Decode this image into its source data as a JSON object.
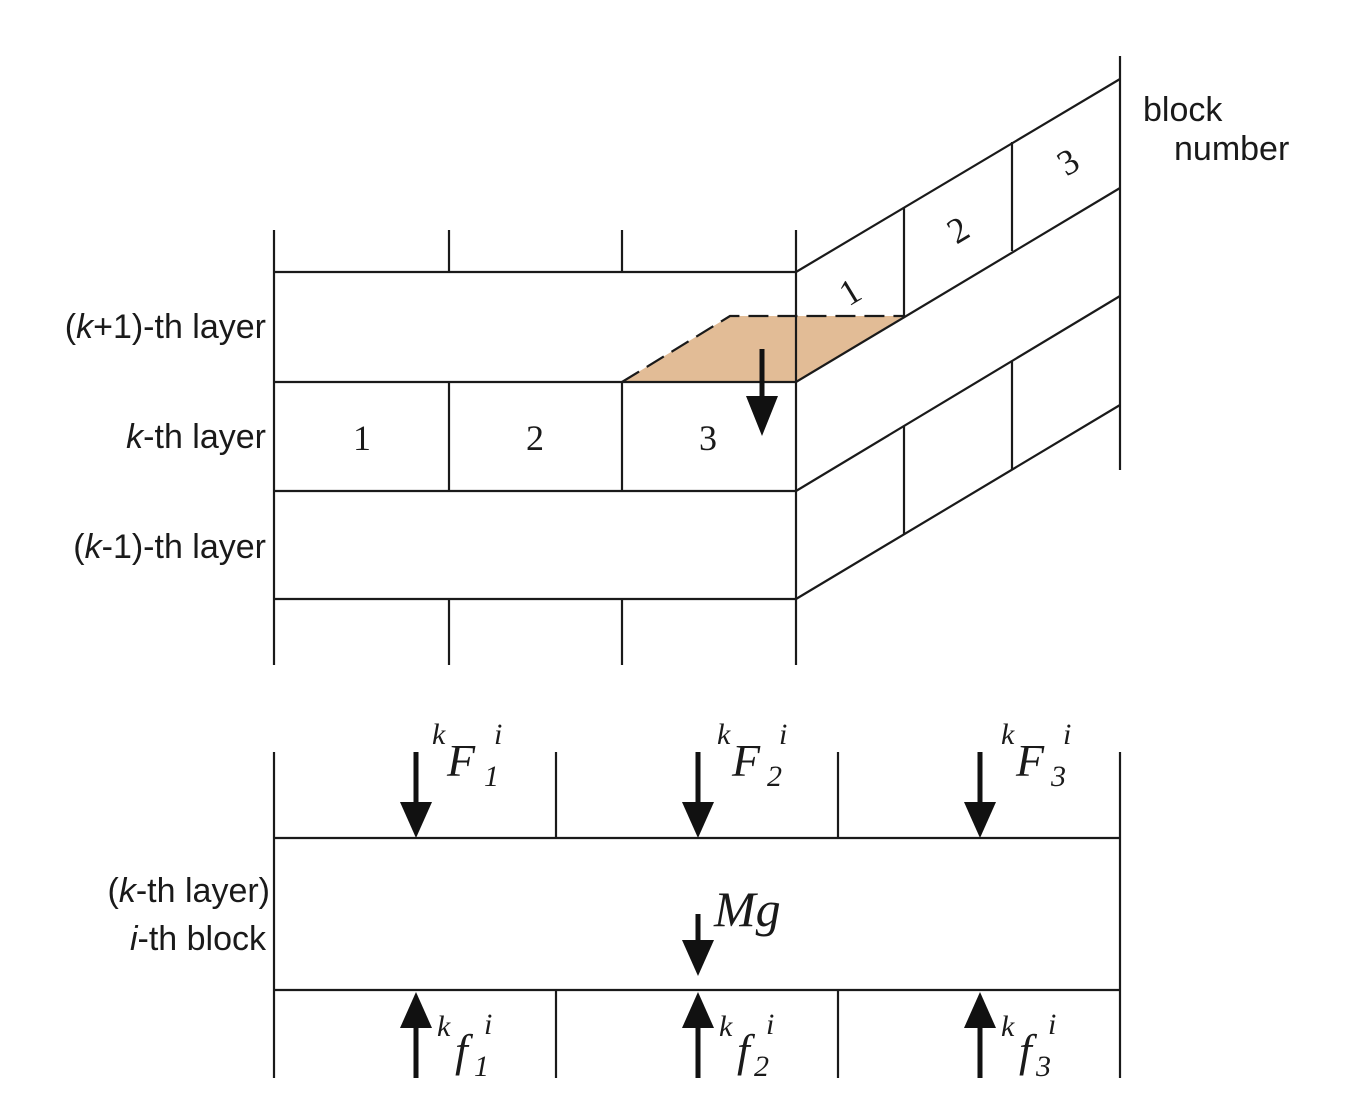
{
  "colors": {
    "line": "#1a1a1a",
    "shaded_face": "#e2bc96",
    "background": "#ffffff"
  },
  "top_diagram": {
    "right_caption": {
      "line1": "block",
      "line2": "number"
    },
    "layer_labels": {
      "upper": {
        "open": "(",
        "k": "k",
        "rest": "+1)-th layer"
      },
      "middle": {
        "k": "k",
        "rest": "-th layer"
      },
      "lower": {
        "open": "(",
        "k": "k",
        "rest": "-1)-th layer"
      }
    },
    "front_block_numbers": [
      "1",
      "2",
      "3"
    ],
    "side_block_numbers": [
      "1",
      "2",
      "3"
    ]
  },
  "bottom_diagram": {
    "block_label": {
      "line1": {
        "open": "(",
        "k": "k",
        "rest": "-th layer)"
      },
      "line2": {
        "i": "i",
        "rest": "-th block"
      }
    },
    "weight_label": "Mg",
    "top_forces": [
      {
        "pre": "k",
        "main": "F",
        "sup": "i",
        "sub": "1"
      },
      {
        "pre": "k",
        "main": "F",
        "sup": "i",
        "sub": "2"
      },
      {
        "pre": "k",
        "main": "F",
        "sup": "i",
        "sub": "3"
      }
    ],
    "bottom_forces": [
      {
        "pre": "k",
        "main": "f",
        "sup": "i",
        "sub": "1"
      },
      {
        "pre": "k",
        "main": "f",
        "sup": "i",
        "sub": "2"
      },
      {
        "pre": "k",
        "main": "f",
        "sup": "i",
        "sub": "3"
      }
    ]
  }
}
